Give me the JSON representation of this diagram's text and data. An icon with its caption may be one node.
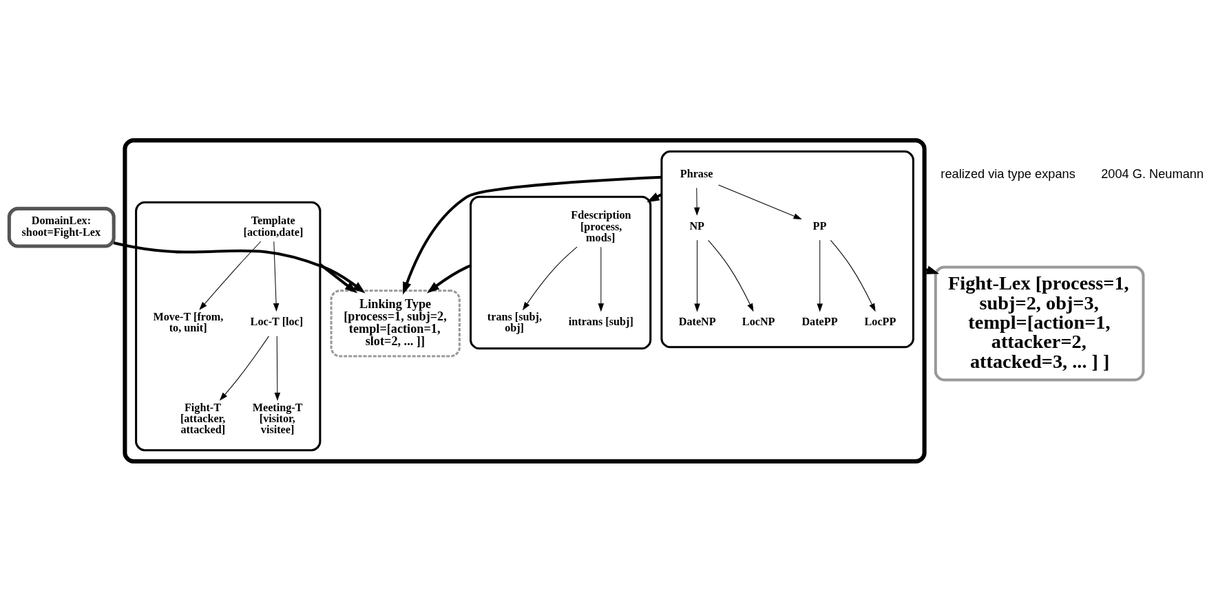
{
  "diagram": {
    "nodes": [
      {
        "text": [],
        "shape": "box"
      },
      {
        "text": [],
        "shape": "box",
        "in": 0
      },
      {
        "text": [
          "Fdescription [process, mods]"
        ],
        "in": 1
      },
      {
        "text": [
          "trans [subj, obj]"
        ],
        "in": 1
      },
      {
        "text": [
          "intrans [subj]"
        ],
        "in": 1
      },
      {
        "text": [],
        "shape": "box",
        "in": 0
      },
      {
        "text": [
          "Phrase"
        ],
        "in": 5
      },
      {
        "text": [
          "NP"
        ],
        "in": 5
      },
      {
        "text": [
          "PP"
        ],
        "in": 5
      },
      {
        "text": [
          "DateNP"
        ],
        "in": 5
      },
      {
        "text": [
          "LocNP"
        ],
        "in": 5
      },
      {
        "text": [
          "DatePP"
        ],
        "in": 5
      },
      {
        "text": [
          "LocPP"
        ],
        "in": 5
      },
      {
        "text": [],
        "shape": "box",
        "in": 0
      },
      {
        "text": [
          "Template [action,date]"
        ],
        "in": 13
      },
      {
        "text": [
          "Move-T [from, to, unit]"
        ],
        "in": 13
      },
      {
        "text": [
          "Loc-T [loc]"
        ],
        "in": 13
      },
      {
        "text": [
          "Fight-T [attacker, attacked]"
        ],
        "in": 13
      },
      {
        "text": [
          "Meeting-T [visitor, visitee]"
        ],
        "in": 13
      },
      {
        "text": [
          "Linking Type",
          "[process=1, subj=2, templ=[action=1, slot=2, ... ]]"
        ],
        "in": 0
      },
      {
        "text": [
          "Fight-Lex [process=1, subj=2, obj=3, templ=[action=1, attacker=2, attacked=3, ... ] ]"
        ]
      },
      {
        "text": [
          "DomainLex: shoot=Fight-Lex"
        ]
      }
    ],
    "edges": [
      {
        "from": 6,
        "to": 7,
        "arrow": "to"
      },
      {
        "from": 6,
        "to": 8,
        "arrow": "to"
      },
      {
        "from": 7,
        "to": 9,
        "arrow": "to"
      },
      {
        "from": 7,
        "to": 10,
        "arrow": "to"
      },
      {
        "from": 8,
        "to": 11,
        "arrow": "to"
      },
      {
        "from": 8,
        "to": 12,
        "arrow": "to"
      },
      {
        "from": 5,
        "to": 1,
        "arrow": "to",
        "style": "thick"
      },
      {
        "from": 2,
        "to": 3,
        "arrow": "to"
      },
      {
        "from": 2,
        "to": 4,
        "arrow": "to"
      },
      {
        "from": 14,
        "to": 15,
        "arrow": "to"
      },
      {
        "from": 14,
        "to": 16,
        "arrow": "to"
      },
      {
        "from": 16,
        "to": 17,
        "arrow": "to"
      },
      {
        "from": 16,
        "to": 18,
        "arrow": "to"
      },
      {
        "from": 1,
        "to": 19,
        "arrow": "to",
        "style": "thick"
      },
      {
        "from": 5,
        "to": 19,
        "arrow": "to",
        "style": "thick"
      },
      {
        "from": 13,
        "to": 19,
        "arrow": "to",
        "style": "thick"
      },
      {
        "from": 0,
        "to": 20,
        "arrow": "to",
        "style": "thick"
      },
      {
        "from": 21,
        "to": 19,
        "arrow": "to",
        "style": "thick"
      }
    ],
    "labels": [
      "realized via type expans",
      "2004 G. Neumann"
    ]
  }
}
